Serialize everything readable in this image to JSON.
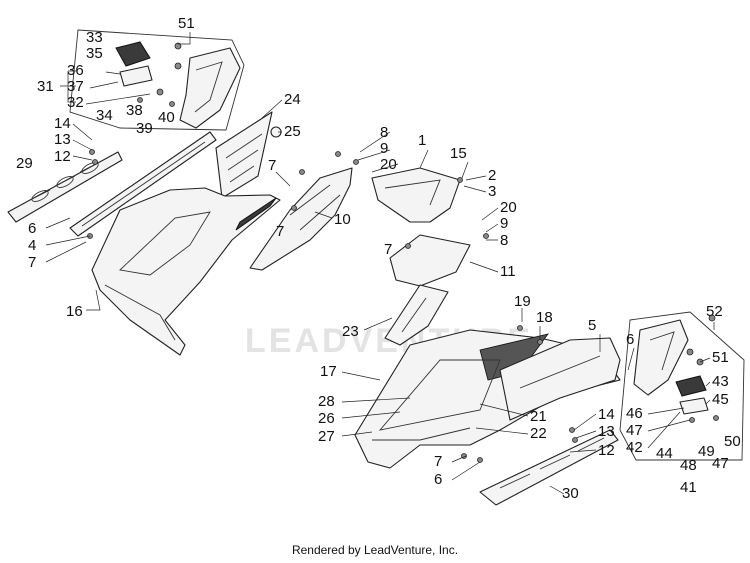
{
  "diagram": {
    "callouts": [
      "1",
      "2",
      "3",
      "4",
      "5",
      "6",
      "6",
      "6",
      "7",
      "7",
      "7",
      "7",
      "7",
      "8",
      "8",
      "9",
      "9",
      "10",
      "11",
      "12",
      "12",
      "13",
      "13",
      "14",
      "14",
      "15",
      "16",
      "17",
      "18",
      "19",
      "20",
      "20",
      "21",
      "22",
      "23",
      "24",
      "25",
      "26",
      "27",
      "28",
      "29",
      "30",
      "31",
      "32",
      "33",
      "34",
      "35",
      "36",
      "37",
      "38",
      "39",
      "40",
      "41",
      "42",
      "43",
      "44",
      "45",
      "46",
      "47",
      "47",
      "48",
      "49",
      "50",
      "51",
      "51",
      "52"
    ],
    "watermark": "LEADVENTURE"
  },
  "footer": {
    "credit": "Rendered by LeadVenture, Inc."
  }
}
